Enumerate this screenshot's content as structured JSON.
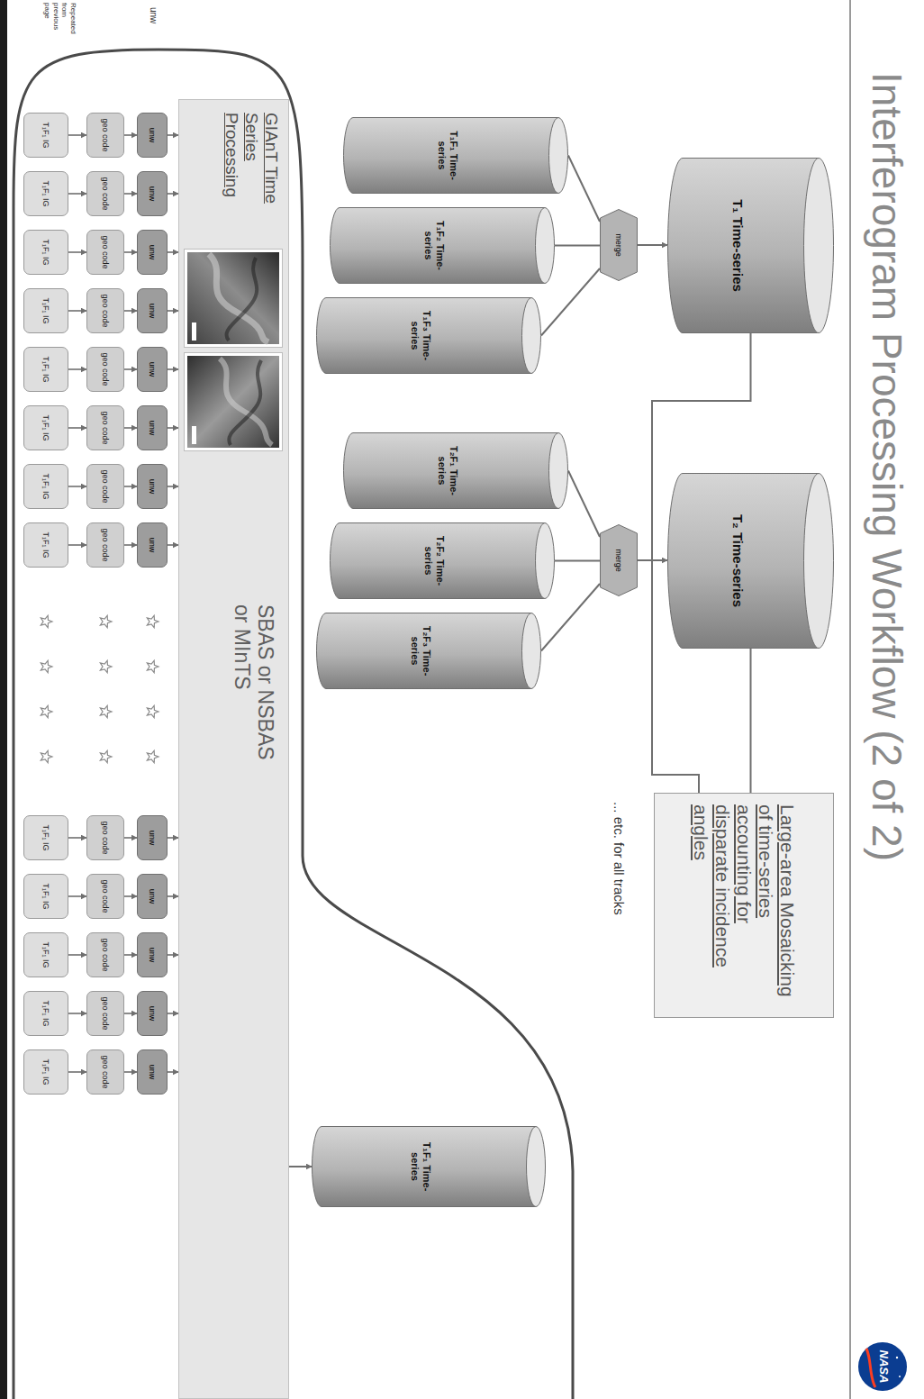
{
  "diagram": {
    "title": "Interferogram Processing Workflow (2 of 2)",
    "nodes": [
      {
        "text": [
          "T₁F₁ IG"
        ]
      },
      {
        "text": [
          "geo code"
        ]
      },
      {
        "text": [
          "unw"
        ]
      },
      {
        "text": [
          "T₁F₁ IG"
        ]
      },
      {
        "text": [
          "geo code"
        ]
      },
      {
        "text": [
          "unw"
        ]
      },
      {
        "text": [
          "T₁F₁ IG"
        ]
      },
      {
        "text": [
          "geo code"
        ]
      },
      {
        "text": [
          "unw"
        ]
      },
      {
        "text": [
          "T₁F₁ IG"
        ]
      },
      {
        "text": [
          "geo code"
        ]
      },
      {
        "text": [
          "unw"
        ]
      },
      {
        "text": [
          "T₁F₁ IG"
        ]
      },
      {
        "text": [
          "geo code"
        ]
      },
      {
        "text": [
          "unw"
        ]
      },
      {
        "text": [
          "T₁F₁ IG"
        ]
      },
      {
        "text": [
          "geo code"
        ]
      },
      {
        "text": [
          "unw"
        ]
      },
      {
        "text": [
          "T₁F₁ IG"
        ]
      },
      {
        "text": [
          "geo code"
        ]
      },
      {
        "text": [
          "unw"
        ]
      },
      {
        "text": [
          "T₁F₁ IG"
        ]
      },
      {
        "text": [
          "geo code"
        ]
      },
      {
        "text": [
          "unw"
        ]
      },
      {
        "text": [
          "T₁F₁ IG"
        ]
      },
      {
        "text": [
          "geo code"
        ]
      },
      {
        "text": [
          "unw"
        ]
      },
      {
        "text": [
          "T₁F₁ IG"
        ]
      },
      {
        "text": [
          "geo code"
        ]
      },
      {
        "text": [
          "unw"
        ]
      },
      {
        "text": [
          "T₁F₁ IG"
        ]
      },
      {
        "text": [
          "geo code"
        ]
      },
      {
        "text": [
          "unw"
        ]
      },
      {
        "text": [
          "T₁F₁ IG"
        ]
      },
      {
        "text": [
          "geo code"
        ]
      },
      {
        "text": [
          "unw"
        ]
      },
      {
        "text": [
          "T₁F₁ IG"
        ]
      },
      {
        "text": [
          "geo code"
        ]
      },
      {
        "text": [
          "unw"
        ]
      },
      {
        "text": [
          "GIAnT Time Series Processing",
          "SBAS or NSBAS or MInTS"
        ]
      },
      {
        "text": [
          "T₁F₁ Time-series"
        ]
      },
      {
        "text": [
          "T₁F₁ Time-series"
        ]
      },
      {
        "text": [
          "T₁F₂ Time-series"
        ]
      },
      {
        "text": [
          "T₁F₃ Time-series"
        ]
      },
      {
        "text": [
          "merge"
        ]
      },
      {
        "text": [
          "T₁ Time-series"
        ]
      },
      {
        "text": [
          "T₂F₁ Time-series"
        ]
      },
      {
        "text": [
          "T₂F₂ Time-series"
        ]
      },
      {
        "text": [
          "T₂F₃ Time-series"
        ]
      },
      {
        "text": [
          "merge"
        ]
      },
      {
        "text": [
          "T₂ Time-series"
        ]
      },
      {
        "text": [
          "Large-area Mosaicking of time-series accounting for disparate incidence angles"
        ]
      }
    ],
    "edges": [
      {
        "from": 0,
        "to": 1,
        "arrow": "to"
      },
      {
        "from": 1,
        "to": 2,
        "arrow": "to"
      },
      {
        "from": 2,
        "to": 39,
        "arrow": "to"
      },
      {
        "from": 3,
        "to": 4,
        "arrow": "to"
      },
      {
        "from": 4,
        "to": 5,
        "arrow": "to"
      },
      {
        "from": 5,
        "to": 39,
        "arrow": "to"
      },
      {
        "from": 6,
        "to": 7,
        "arrow": "to"
      },
      {
        "from": 7,
        "to": 8,
        "arrow": "to"
      },
      {
        "from": 8,
        "to": 39,
        "arrow": "to"
      },
      {
        "from": 9,
        "to": 10,
        "arrow": "to"
      },
      {
        "from": 10,
        "to": 11,
        "arrow": "to"
      },
      {
        "from": 11,
        "to": 39,
        "arrow": "to"
      },
      {
        "from": 12,
        "to": 13,
        "arrow": "to"
      },
      {
        "from": 13,
        "to": 14,
        "arrow": "to"
      },
      {
        "from": 14,
        "to": 39,
        "arrow": "to"
      },
      {
        "from": 15,
        "to": 16,
        "arrow": "to"
      },
      {
        "from": 16,
        "to": 17,
        "arrow": "to"
      },
      {
        "from": 17,
        "to": 39,
        "arrow": "to"
      },
      {
        "from": 18,
        "to": 19,
        "arrow": "to"
      },
      {
        "from": 19,
        "to": 20,
        "arrow": "to"
      },
      {
        "from": 20,
        "to": 39,
        "arrow": "to"
      },
      {
        "from": 21,
        "to": 22,
        "arrow": "to"
      },
      {
        "from": 22,
        "to": 23,
        "arrow": "to"
      },
      {
        "from": 23,
        "to": 39,
        "arrow": "to"
      },
      {
        "from": 24,
        "to": 25,
        "arrow": "to"
      },
      {
        "from": 25,
        "to": 26,
        "arrow": "to"
      },
      {
        "from": 26,
        "to": 39,
        "arrow": "to"
      },
      {
        "from": 27,
        "to": 28,
        "arrow": "to"
      },
      {
        "from": 28,
        "to": 29,
        "arrow": "to"
      },
      {
        "from": 29,
        "to": 39,
        "arrow": "to"
      },
      {
        "from": 30,
        "to": 31,
        "arrow": "to"
      },
      {
        "from": 31,
        "to": 32,
        "arrow": "to"
      },
      {
        "from": 32,
        "to": 39,
        "arrow": "to"
      },
      {
        "from": 33,
        "to": 34,
        "arrow": "to"
      },
      {
        "from": 34,
        "to": 35,
        "arrow": "to"
      },
      {
        "from": 35,
        "to": 39,
        "arrow": "to"
      },
      {
        "from": 36,
        "to": 37,
        "arrow": "to"
      },
      {
        "from": 37,
        "to": 38,
        "arrow": "to"
      },
      {
        "from": 38,
        "to": 39,
        "arrow": "to"
      },
      {
        "from": 39,
        "to": 40,
        "arrow": "to"
      },
      {
        "from": 41,
        "to": 44,
        "arrow": "none"
      },
      {
        "from": 42,
        "to": 44,
        "arrow": "none"
      },
      {
        "from": 43,
        "to": 44,
        "arrow": "none"
      },
      {
        "from": 44,
        "to": 45,
        "arrow": "to"
      },
      {
        "from": 46,
        "to": 49,
        "arrow": "none"
      },
      {
        "from": 47,
        "to": 49,
        "arrow": "none"
      },
      {
        "from": 48,
        "to": 49,
        "arrow": "none"
      },
      {
        "from": 49,
        "to": 50,
        "arrow": "to"
      },
      {
        "from": 45,
        "to": 51,
        "arrow": "none"
      },
      {
        "from": 50,
        "to": 51,
        "arrow": "none"
      }
    ],
    "labels": [
      "Repeated from previous page",
      "unw",
      "... etc. for all tracks",
      "NASA"
    ]
  }
}
